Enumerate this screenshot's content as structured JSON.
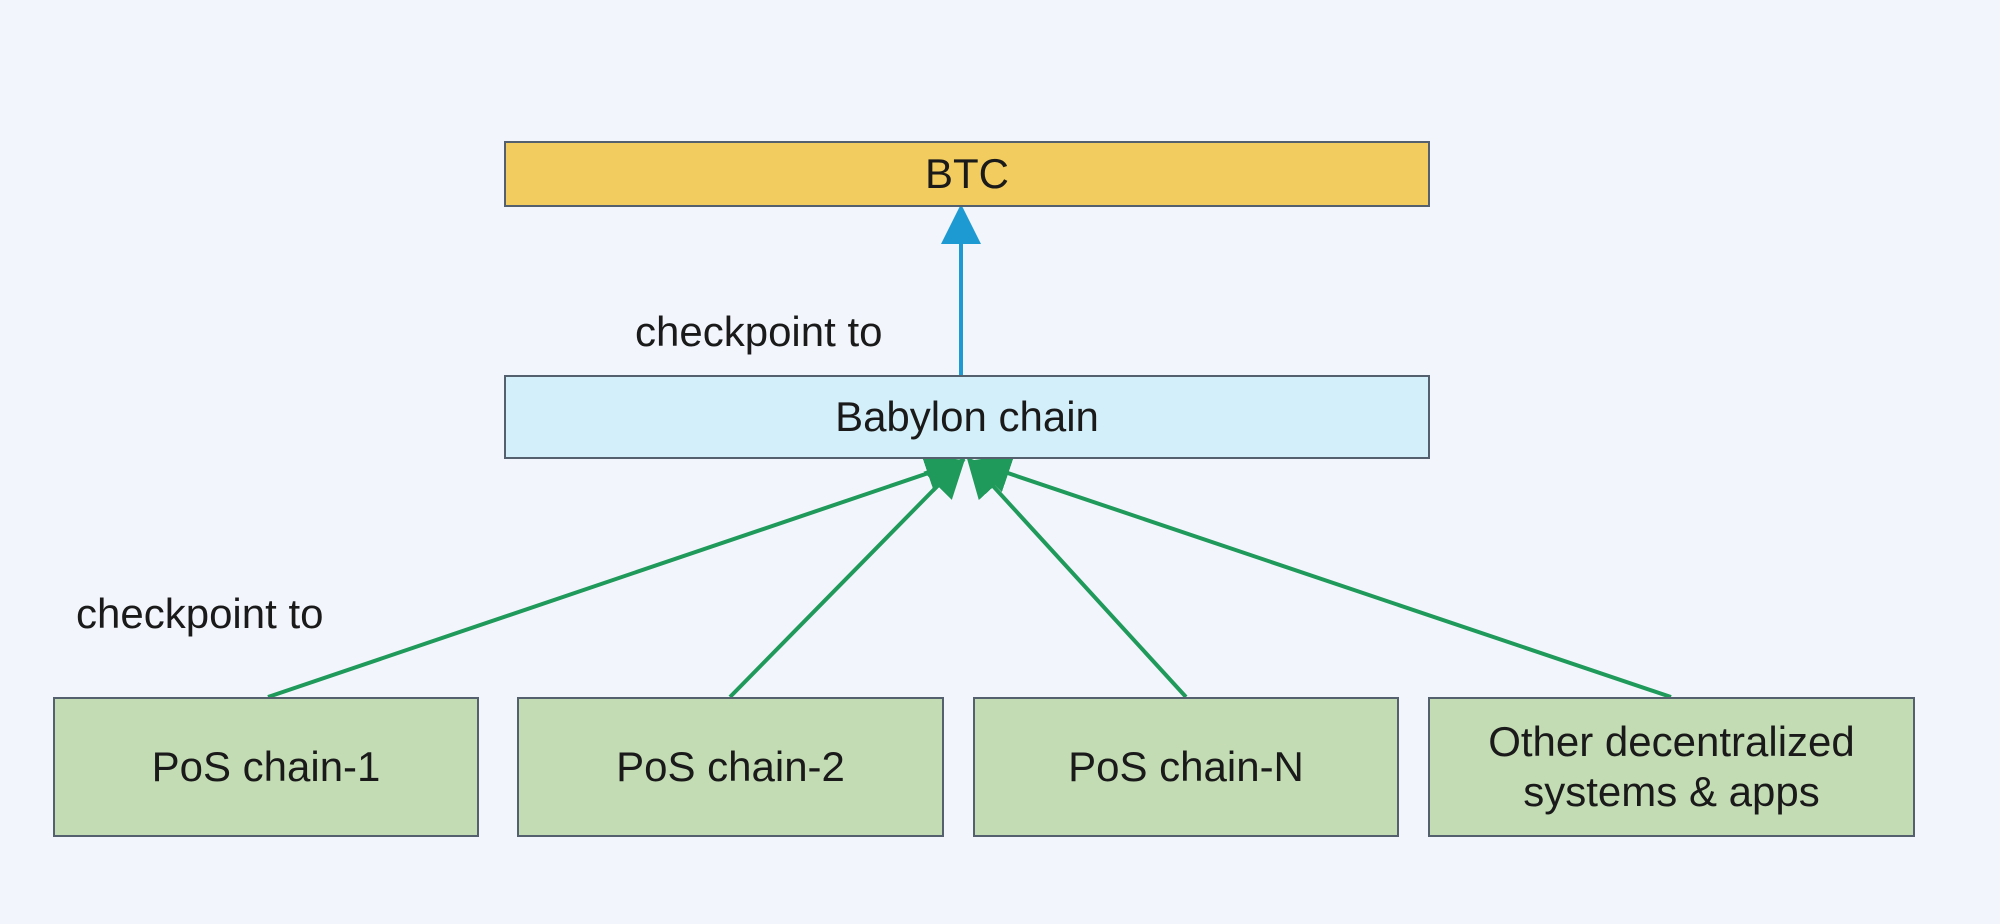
{
  "colors": {
    "background": "#f3f5fc",
    "btc_fill": "#f2cc5f",
    "babylon_fill": "#d3effa",
    "leaf_fill": "#c3dcb4",
    "border": "#55606e",
    "upper_arrow": "#1e9ad3",
    "lower_arrow": "#1f9a5a"
  },
  "nodes": {
    "btc": {
      "label": "BTC"
    },
    "babylon": {
      "label": "Babylon chain"
    },
    "pos_chain_1": {
      "label": "PoS chain-1"
    },
    "pos_chain_2": {
      "label": "PoS chain-2"
    },
    "pos_chain_n": {
      "label": "PoS chain-N"
    },
    "other": {
      "label_line1": "Other decentralized",
      "label_line2": "systems & apps"
    }
  },
  "edges": {
    "upper_label": "checkpoint to",
    "lower_label": "checkpoint to"
  }
}
